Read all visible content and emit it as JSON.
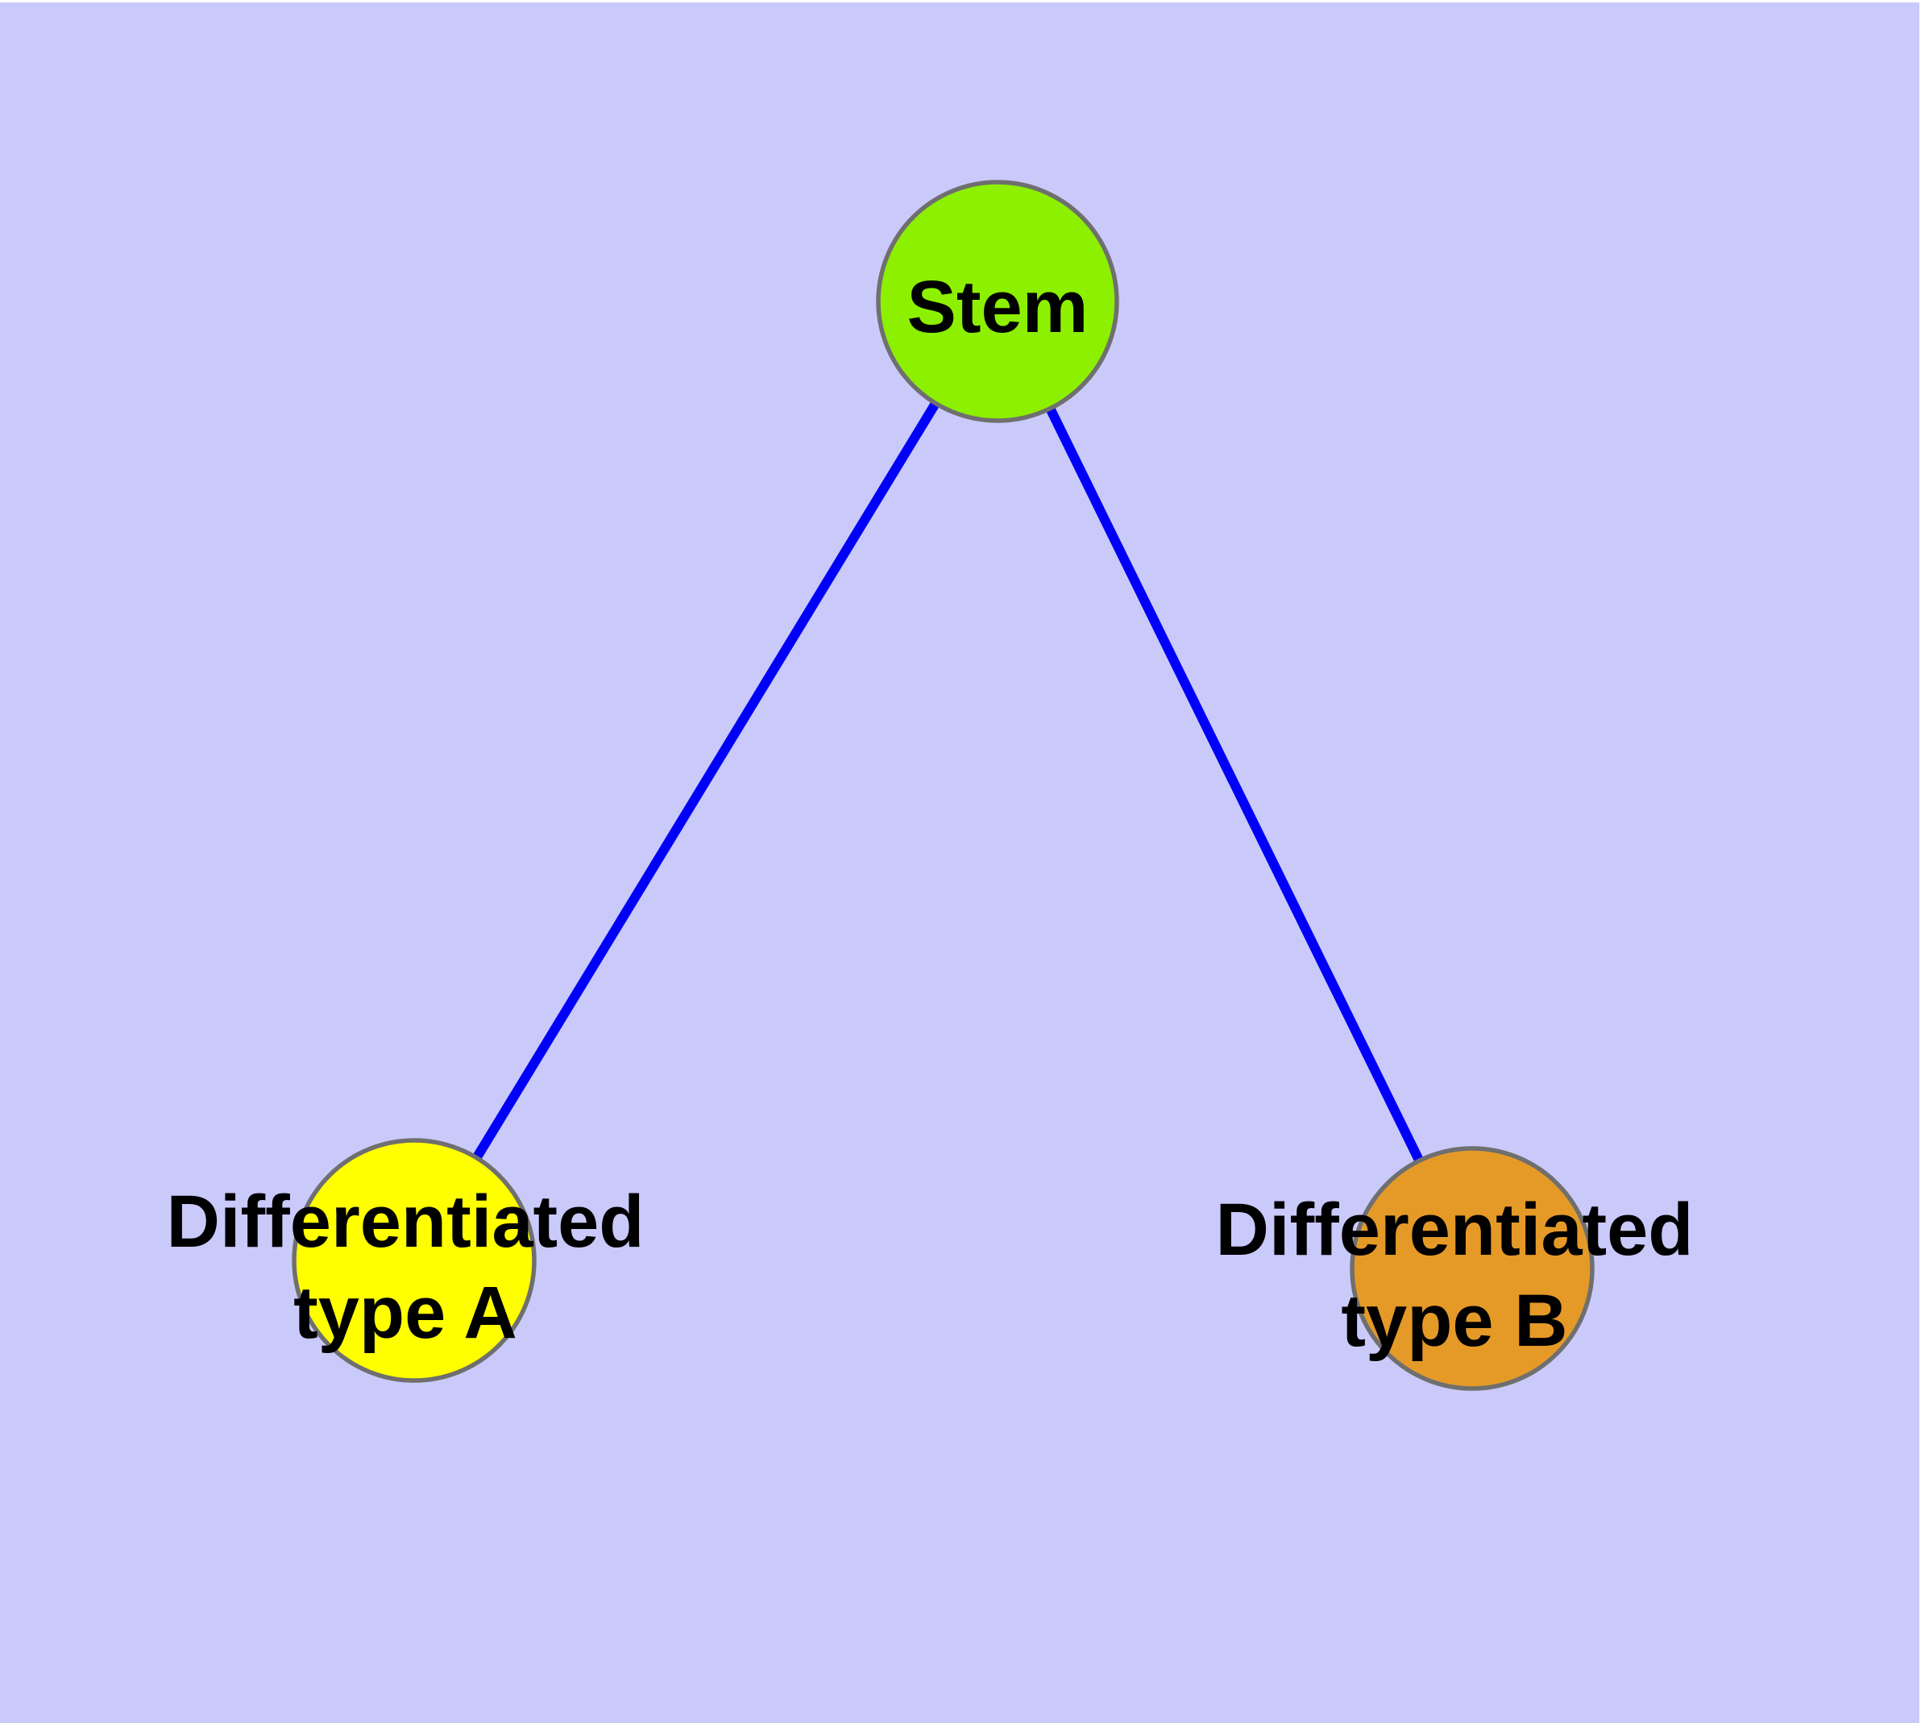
{
  "page": {
    "background_color": "#CACAFA",
    "margin_color": "#FFFFFF"
  },
  "diagram": {
    "type": "node-link-graph",
    "node_border_color": "#6F6F6F",
    "edge_color": "#0000FA",
    "label_color": "#000000",
    "nodes": {
      "stem": {
        "label": "Stem",
        "fill": "#8CF000"
      },
      "type_a": {
        "label_line1": "Differentiated",
        "label_line2": "type A",
        "fill": "#FFFF00"
      },
      "type_b": {
        "label_line1": "Differentiated",
        "label_line2": "type B",
        "fill": "#E59A28"
      }
    },
    "edges": [
      {
        "from": "Stem",
        "to": "Differentiated type A"
      },
      {
        "from": "Stem",
        "to": "Differentiated type B"
      }
    ]
  }
}
